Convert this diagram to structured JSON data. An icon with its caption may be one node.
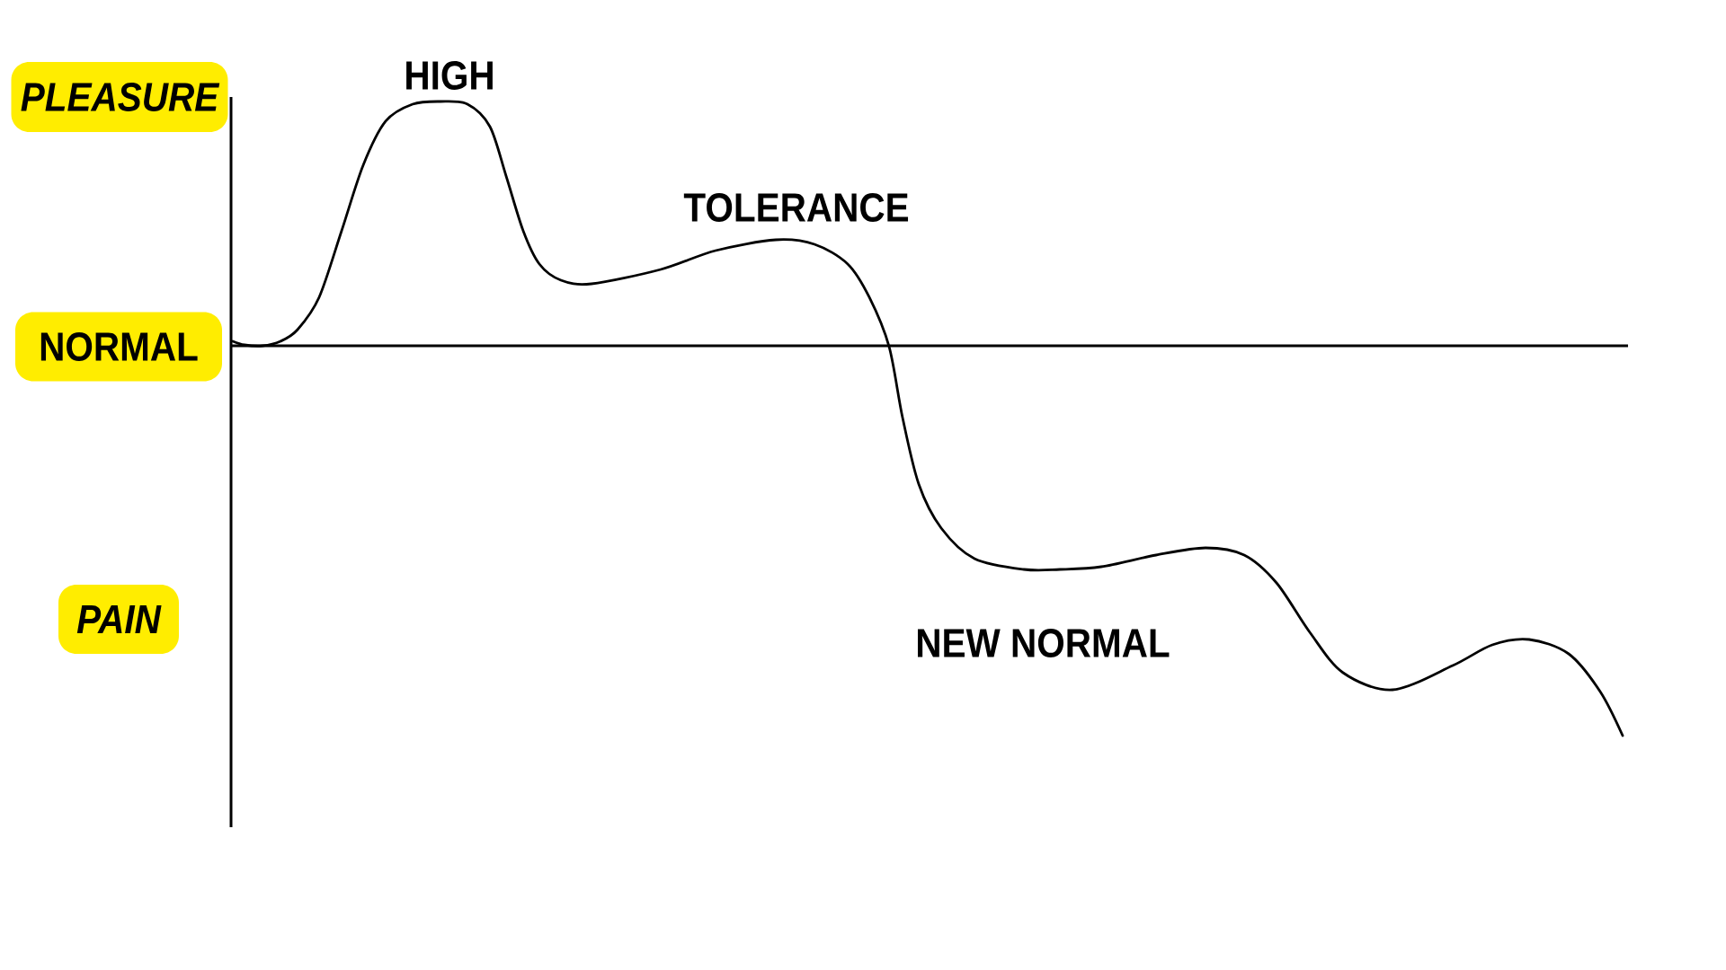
{
  "diagram": {
    "nodes": [
      {
        "text": [
          "PLEASURE"
        ]
      },
      {
        "text": [
          "NORMAL"
        ]
      },
      {
        "text": [
          "PAIN"
        ]
      }
    ],
    "labels": [
      "HIGH",
      "TOLERANCE",
      "NEW NORMAL"
    ]
  }
}
